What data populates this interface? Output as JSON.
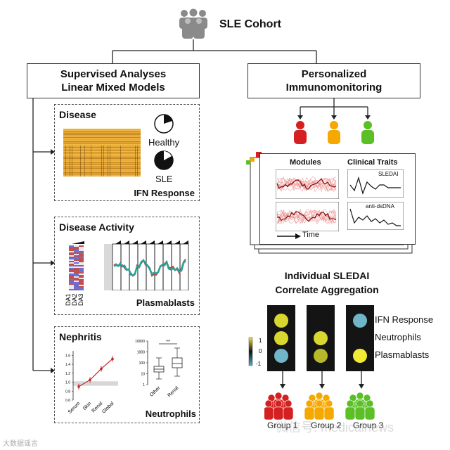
{
  "title": "SLE Cohort",
  "left_branch": {
    "line1": "Supervised Analyses",
    "line2": "Linear Mixed Models",
    "panels": {
      "disease": {
        "title": "Disease",
        "healthy": "Healthy",
        "sle": "SLE",
        "caption": "IFN Response"
      },
      "activity": {
        "title": "Disease Activity",
        "rows": [
          "DA1",
          "DA2",
          "DA3"
        ],
        "caption": "Plasmablasts"
      },
      "nephritis": {
        "title": "Nephritis",
        "line_x": [
          "Serum",
          "Skin",
          "Renal",
          "Global"
        ],
        "line_y_ticks": [
          "1.6",
          "1.4",
          "1.2",
          "1.0",
          "0.8",
          "0.6"
        ],
        "box_x": [
          "Other",
          "Renal"
        ],
        "box_y_ticks": [
          "10000",
          "1000",
          "100",
          "10",
          "1"
        ],
        "significance": "**",
        "caption": "Neutrophils"
      }
    }
  },
  "right_branch": {
    "line1": "Personalized",
    "line2": "Immunomonitoring",
    "patient_colors": [
      "#d42020",
      "#f5a800",
      "#5cbf26"
    ],
    "modules_title": "Modules",
    "traits_title": "Clinical Traits",
    "trait1": "SLEDAI",
    "trait2": "anti-dsDNA",
    "time": "Time",
    "aggregation_line1": "Individual SLEDAI",
    "aggregation_line2": "Correlate Aggregation",
    "colorbar_ticks": [
      "1",
      "0",
      "-1"
    ],
    "row_labels": [
      "IFN Response",
      "Neutrophils",
      "Plasmablasts"
    ],
    "groups": [
      "Group 1",
      "Group 2",
      "Group 3"
    ],
    "group_colors": [
      "#d42020",
      "#f5a800",
      "#5cbf26"
    ]
  },
  "watermarks": {
    "bottom_left": "大数据谣言",
    "bottom_right": "微信号: medicalnews"
  },
  "chart_data": {
    "type": "line",
    "title": "Nephritis",
    "categories": [
      "Serum",
      "Skin",
      "Renal",
      "Global"
    ],
    "values": [
      0.9,
      1.05,
      1.3,
      1.52
    ],
    "ylim": [
      0.6,
      1.7
    ]
  }
}
